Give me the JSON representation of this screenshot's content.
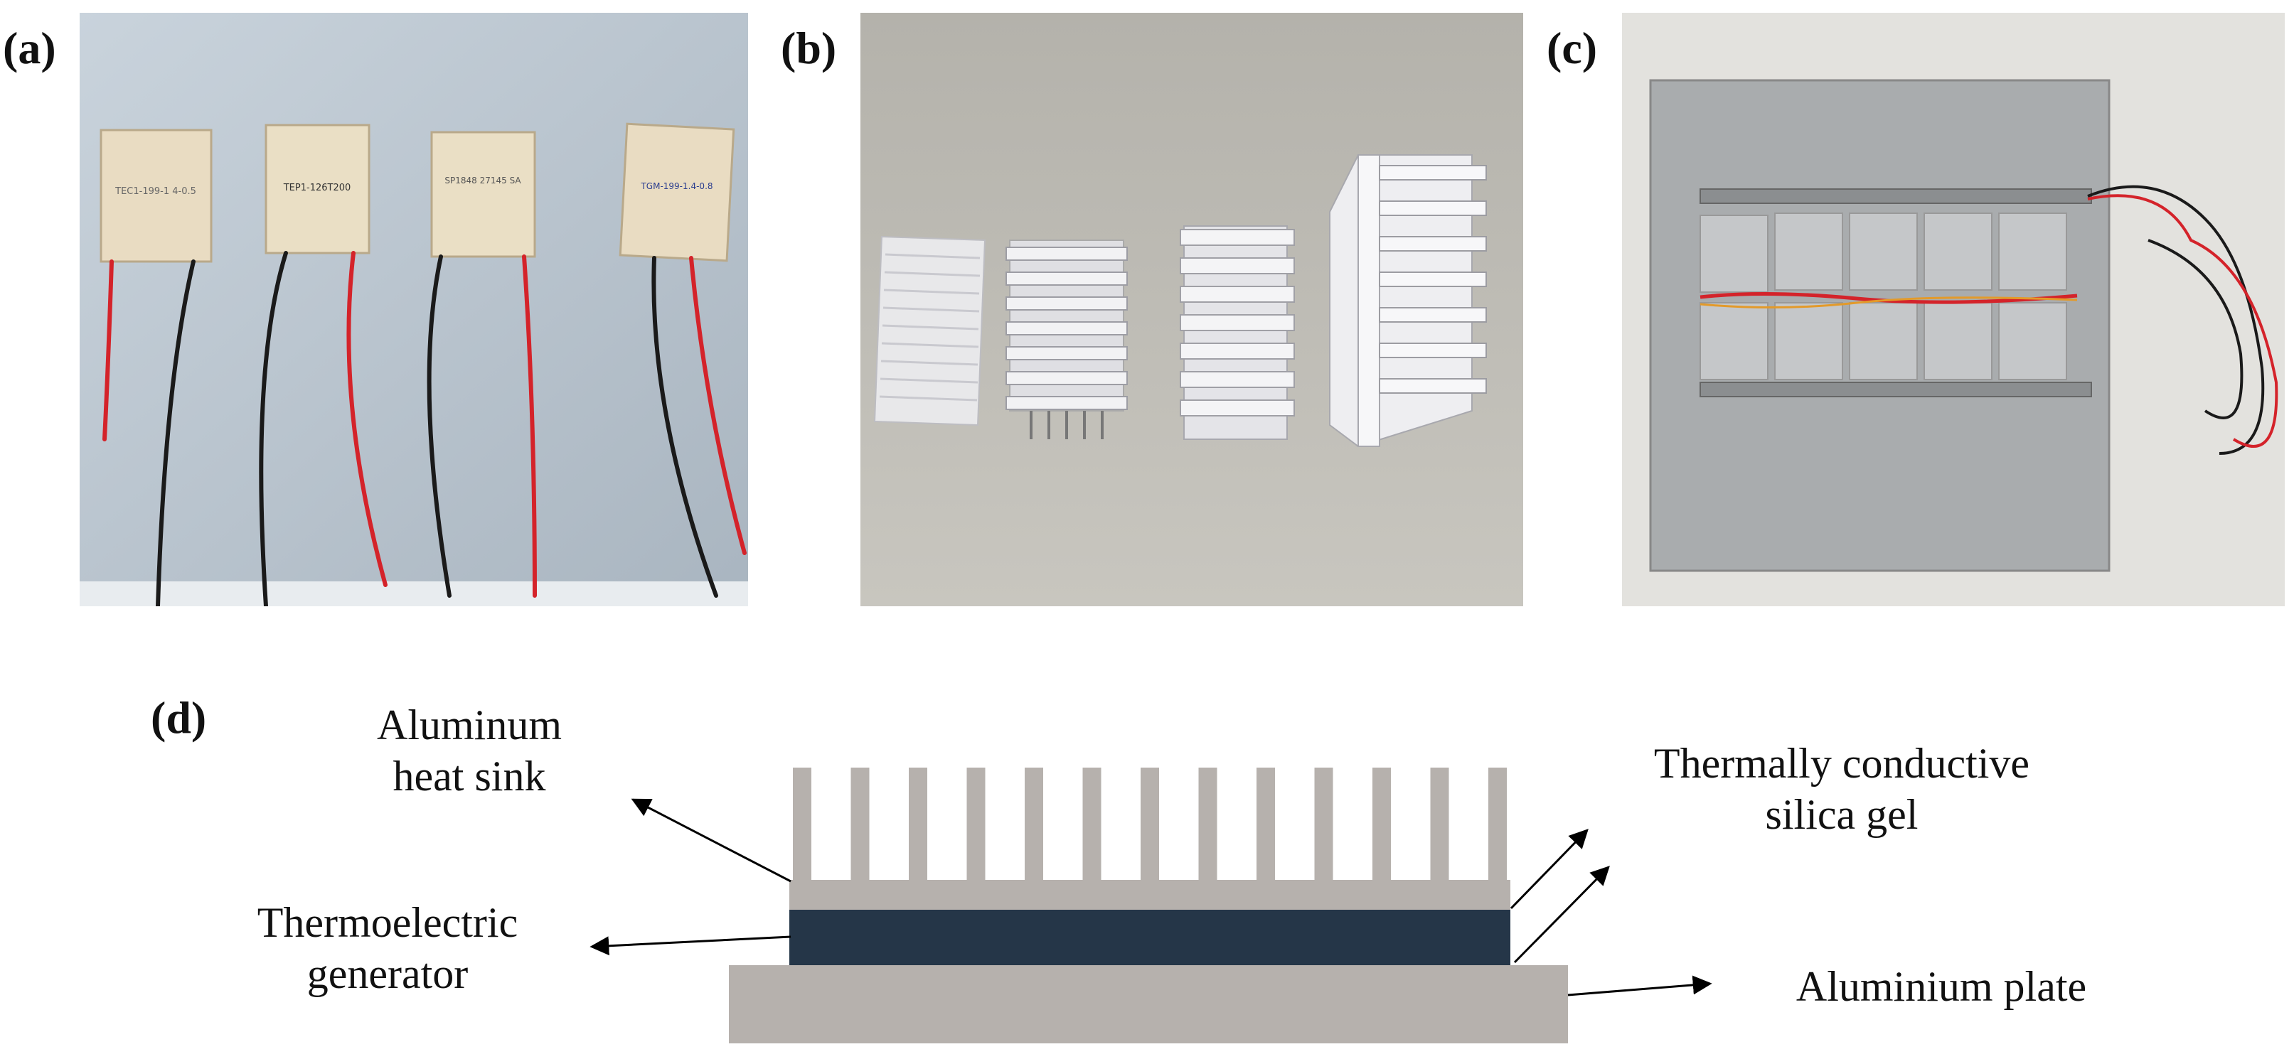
{
  "panels": {
    "a": {
      "label": "(a)",
      "module_texts": [
        "TEC1-199-1 4-0.5",
        "TEP1-126T200",
        "SP1848\n27145\nSA",
        "TGM-199-1.4-0.8"
      ]
    },
    "b": {
      "label": "(b)"
    },
    "c": {
      "label": "(c)"
    },
    "d": {
      "label": "(d)"
    }
  },
  "diagram": {
    "labels": {
      "heat_sink": [
        "Aluminum",
        "heat sink"
      ],
      "gel": [
        "Thermally conductive",
        "silica gel"
      ],
      "teg": [
        "Thermoelectric",
        "generator"
      ],
      "plate": "Aluminium plate"
    },
    "colors": {
      "heat_sink": "#b6b1ad",
      "teg": "#253648",
      "plate": "#b6b1ad",
      "arrow": "#000000"
    }
  }
}
